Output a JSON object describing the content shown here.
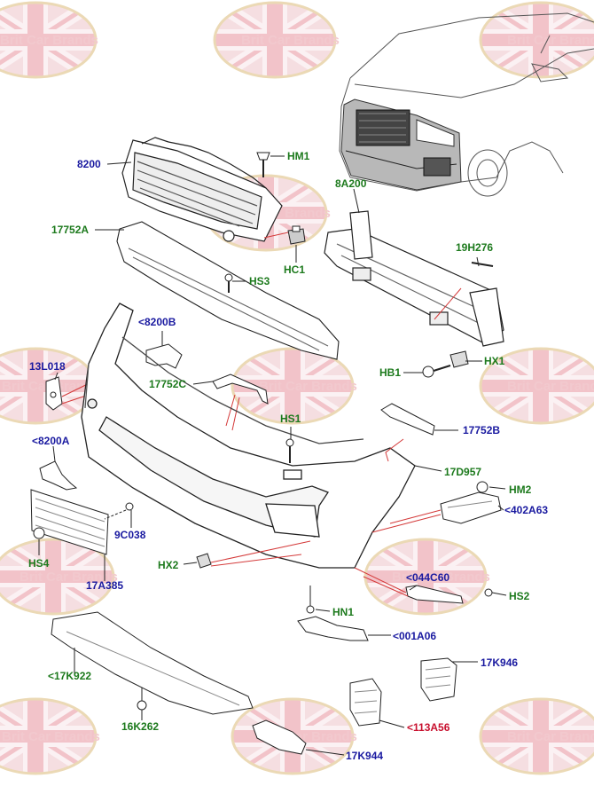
{
  "watermark": {
    "text": "Brit Car Brands"
  },
  "colors": {
    "blue": "#1a1aa0",
    "green": "#1d7a1d",
    "red": "#c8102e",
    "leader": "#d43a3a",
    "line": "#222222"
  },
  "labels": {
    "l8200": "8200",
    "hm1": "HM1",
    "l8a200": "8A200",
    "l17752a": "17752A",
    "hc1": "HC1",
    "l19h276": "19H276",
    "hs3": "HS3",
    "l8200b": "<8200B",
    "l13l018": "13L018",
    "l17752c": "17752C",
    "hb1": "HB1",
    "hx1": "HX1",
    "hs1": "HS1",
    "l17752b": "17752B",
    "l8200a": "<8200A",
    "l17d957": "17D957",
    "hm2": "HM2",
    "l402a63": "<402A63",
    "l9c038": "9C038",
    "hs4": "HS4",
    "hx2": "HX2",
    "l17a385": "17A385",
    "l044c60": "<044C60",
    "hs2": "HS2",
    "hn1": "HN1",
    "l001a06": "<001A06",
    "l17k946": "17K946",
    "l17k922": "<17K922",
    "l16k262": "16K262",
    "l113a56": "<113A56",
    "l17k944": "17K944"
  }
}
